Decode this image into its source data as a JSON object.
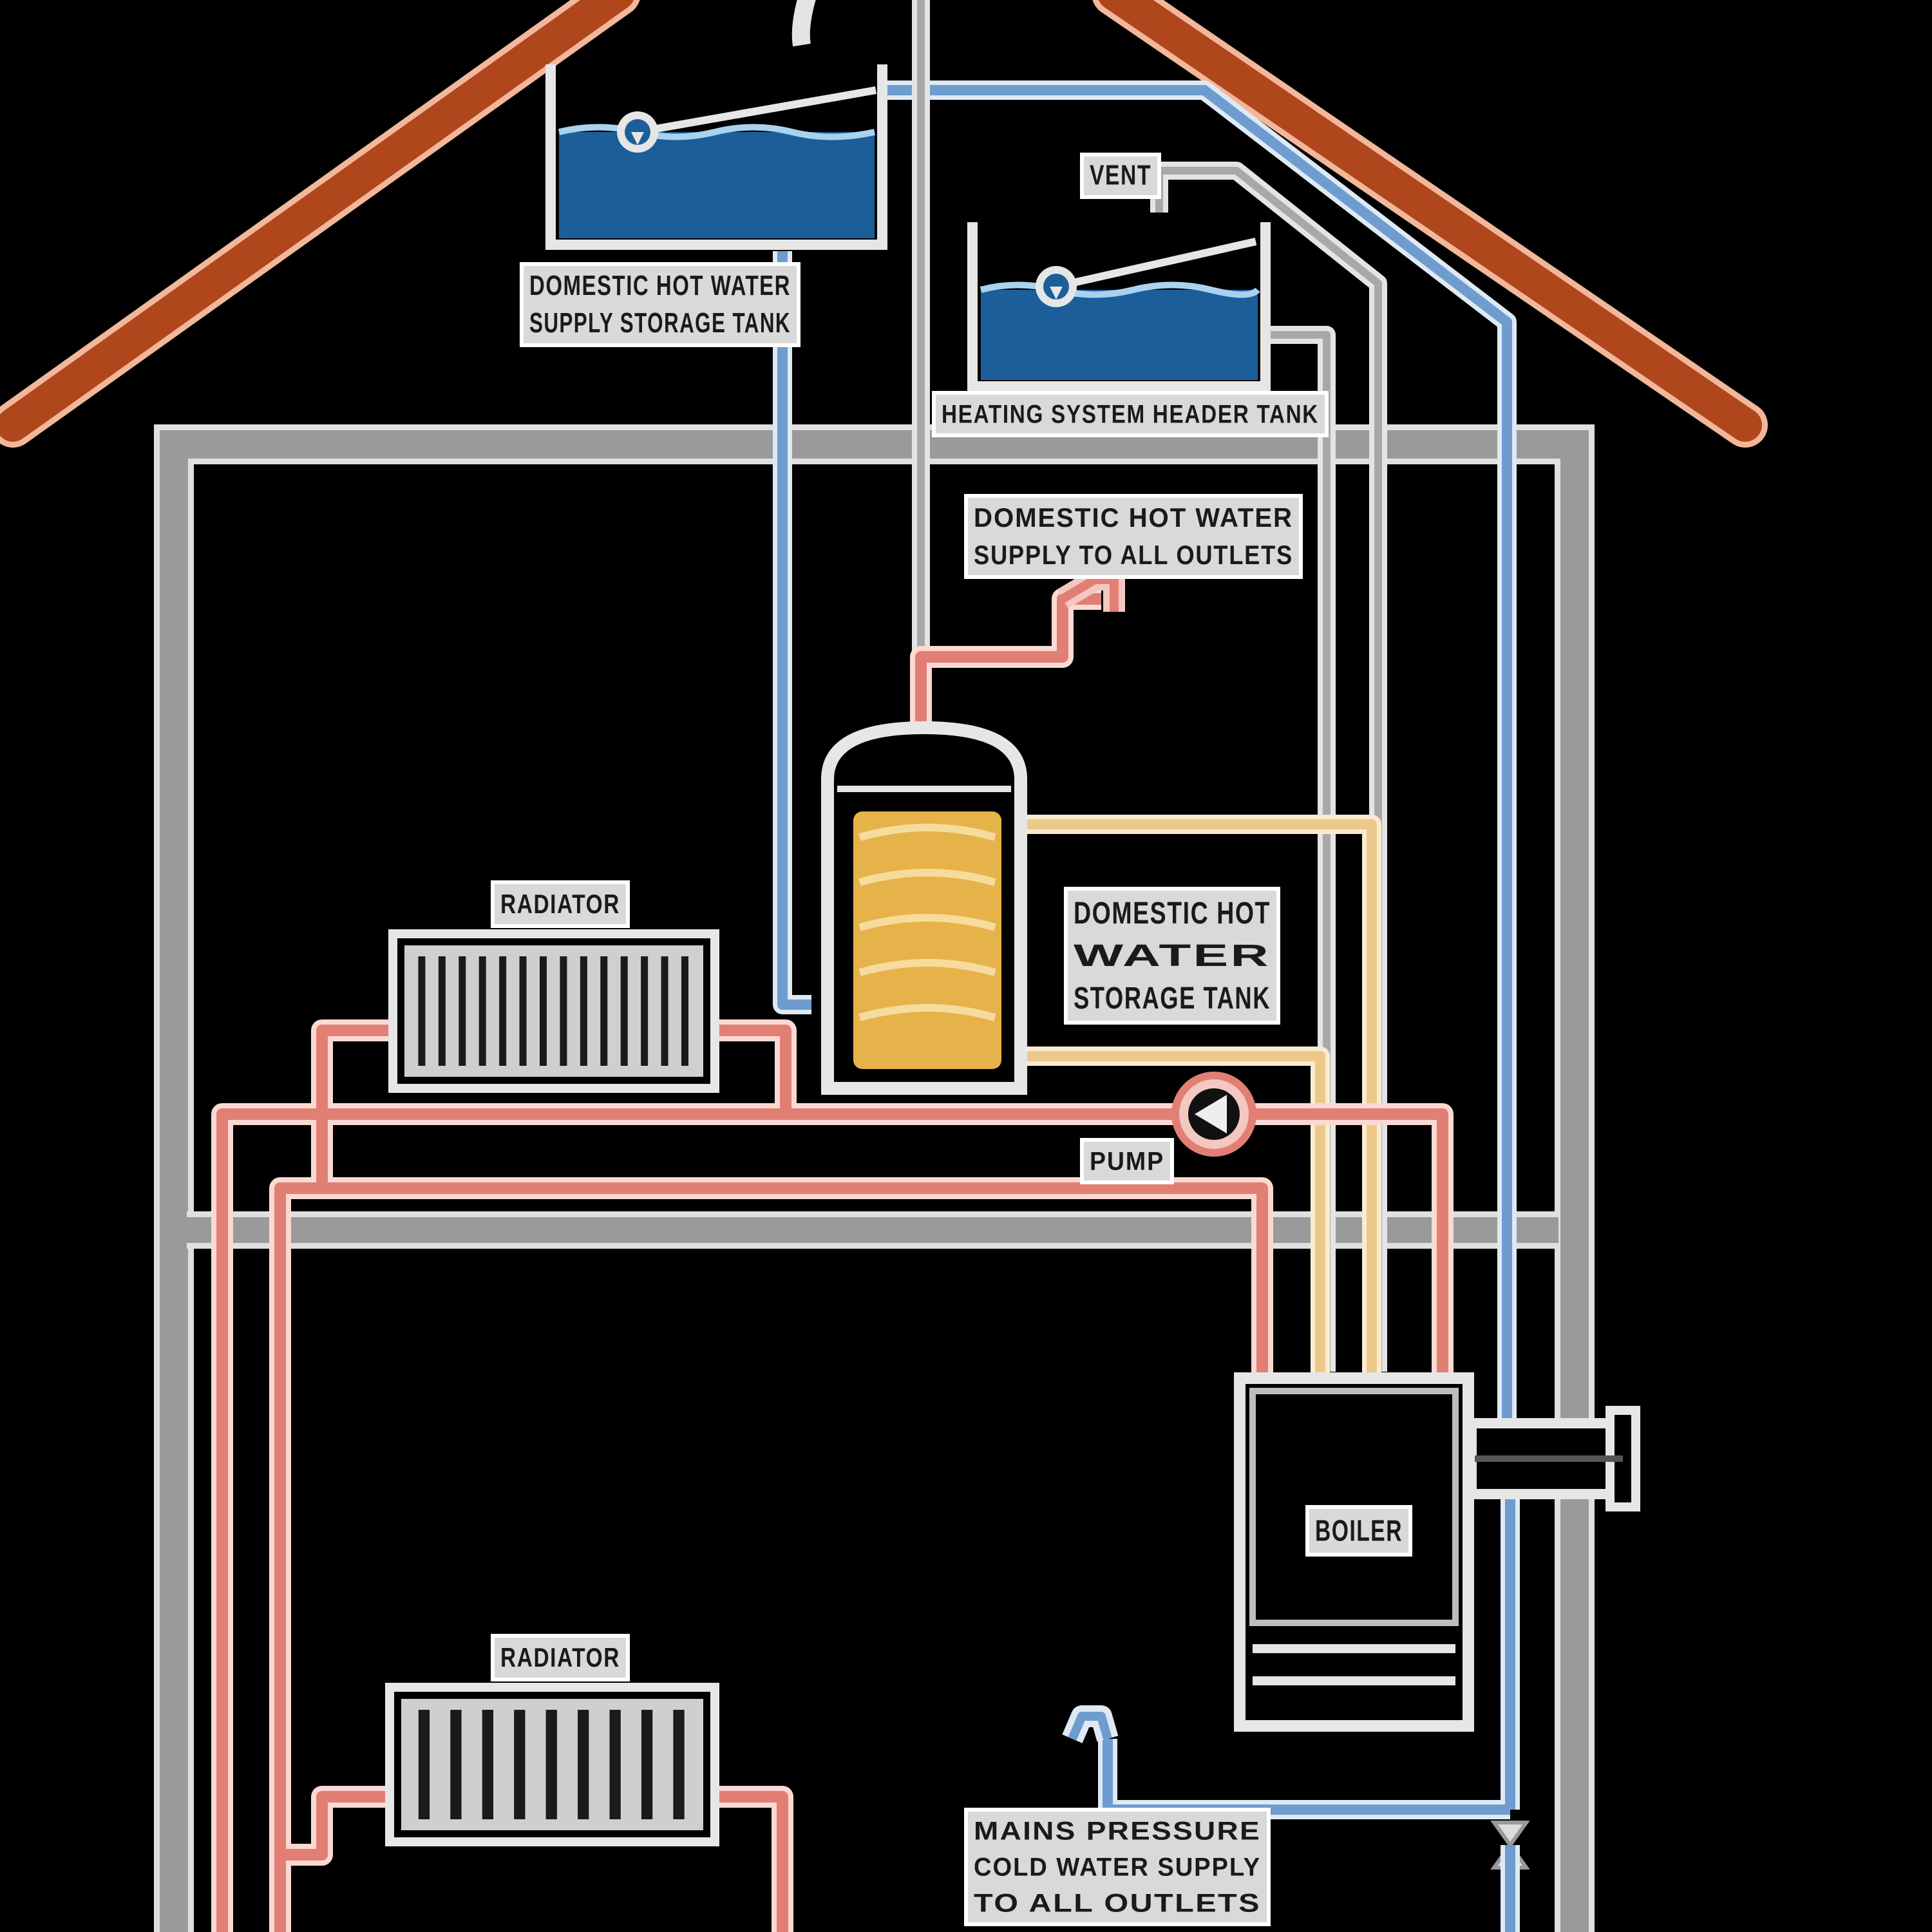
{
  "diagram": {
    "labels": {
      "hot_tank": [
        "DOMESTIC HOT WATER",
        "SUPPLY STORAGE TANK"
      ],
      "vent": [
        "VENT"
      ],
      "heating_tank": [
        "HEATING SYSTEM HEADER TANK"
      ],
      "hot_supply": [
        "DOMESTIC HOT WATER",
        "SUPPLY TO ALL OUTLETS"
      ],
      "storage_tank": [
        "DOMESTIC HOT",
        "WATER",
        "STORAGE TANK"
      ],
      "radiator_upper": [
        "RADIATOR"
      ],
      "radiator_lower": [
        "RADIATOR"
      ],
      "pump": [
        "PUMP"
      ],
      "boiler": [
        "BOILER"
      ],
      "mains": [
        "MAINS PRESSURE",
        "COLD WATER SUPPLY",
        "TO ALL OUTLETS"
      ]
    },
    "colors": {
      "background": "#000000",
      "roof": "#b0461c",
      "house_frame": "#9a9a9a",
      "cold_pipe": "#7eaad4",
      "hot_pipe": "#e89a90",
      "primary_pipe": "#f0d39a",
      "tank_water": "#1b5e9a",
      "coil": "#e6b24a",
      "label_bg": "#d9d9d9"
    },
    "icons": [
      "ball-valve-icon",
      "pump-icon",
      "tap-icon",
      "stop-valve-icon"
    ]
  }
}
